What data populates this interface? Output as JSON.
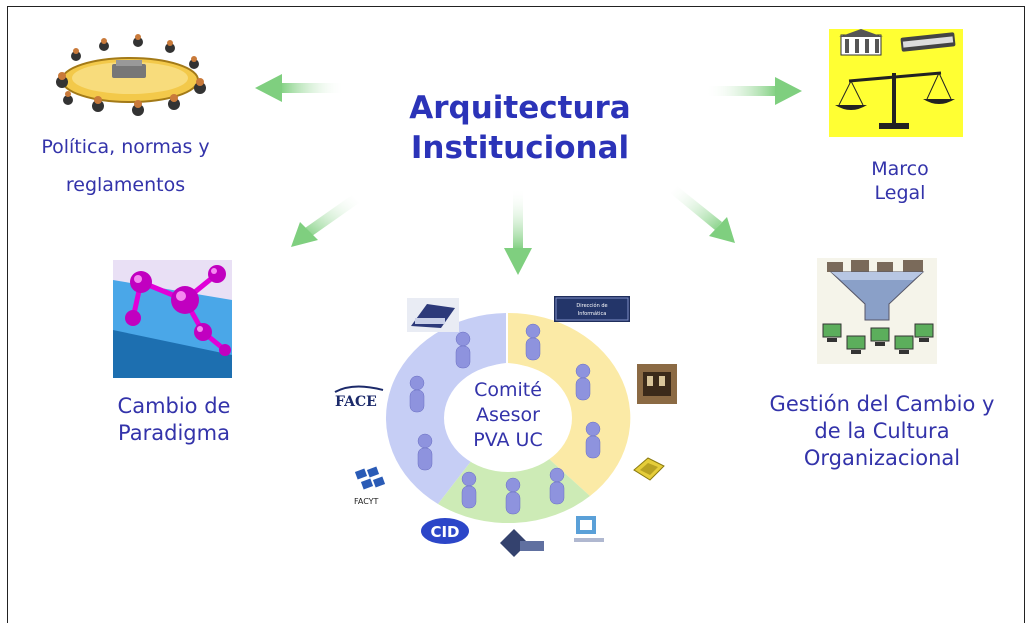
{
  "title": {
    "line1": "Arquitectura",
    "line2": "Institucional"
  },
  "nodes": {
    "politica": {
      "line1": "Política, normas y",
      "line2": "reglamentos",
      "icon": "round-table-meeting-icon"
    },
    "marco": {
      "line1": "Marco",
      "line2": "Legal",
      "icon": "justice-scales-icon"
    },
    "paradigma": {
      "line1": "Cambio de",
      "line2": "Paradigma",
      "icon": "network-molecule-icon"
    },
    "gestion": {
      "line1": "Gestión del Cambio y",
      "line2": "de la Cultura",
      "line3": "Organizacional",
      "icon": "funnel-computers-icon"
    },
    "comite": {
      "line1": "Comité",
      "line2": "Asesor",
      "line3": "PVA UC",
      "icon": "people-ring-icon"
    }
  },
  "logos": {
    "face": "FACE",
    "facyt": "FACYT",
    "cid": "CID",
    "informatica": "Dirección de Informática"
  },
  "colors": {
    "title": "#2b33b8",
    "label": "#3333aa",
    "arrow": "#7fcf7f",
    "ring_blue": "#c6cef5",
    "ring_yellow": "#fbeaa6",
    "ring_green": "#cdebb6"
  }
}
